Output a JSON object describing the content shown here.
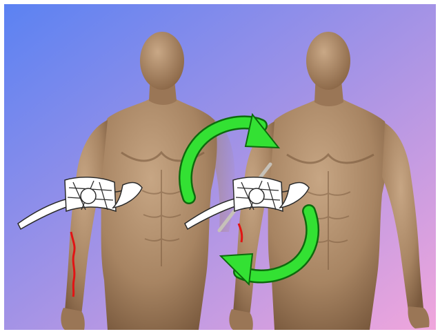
{
  "illustration": {
    "subjects": [
      "figure-left",
      "figure-right"
    ],
    "elements": [
      "tourniquet-bandage",
      "windlass-stick",
      "bleeding-wound",
      "rotation-arrows"
    ],
    "colors": {
      "background_top_left": "#5b82f2",
      "background_mid": "#a493e6",
      "background_bottom_right": "#f0a6dc",
      "skin_light": "#c7a684",
      "skin_mid": "#a78462",
      "skin_dark": "#7a5a3e",
      "bandage": "#ffffff",
      "bandage_outline": "#2a2a2a",
      "blood": "#e21414",
      "arrow": "#33e133",
      "arrow_outline": "#0d6a0d",
      "stick": "#c6c1b8"
    }
  }
}
